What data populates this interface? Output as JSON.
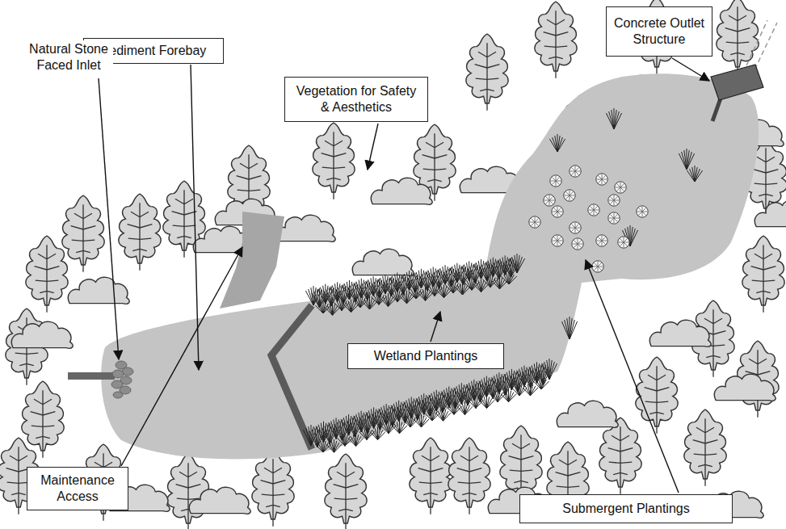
{
  "diagram": {
    "nodes": [
      {
        "text": [
          "Concrete Outlet Structure"
        ]
      },
      {
        "text": [
          "Sediment Forebay"
        ]
      },
      {
        "text": [
          "Vegetation for Safety & Aesthetics"
        ]
      },
      {
        "text": [
          "Wetland Plantings"
        ]
      },
      {
        "text": [
          "Maintenance Access"
        ]
      },
      {
        "text": [
          "Submergent Plantings"
        ]
      }
    ],
    "labels": [
      "Natural Stone Faced Inlet"
    ]
  }
}
